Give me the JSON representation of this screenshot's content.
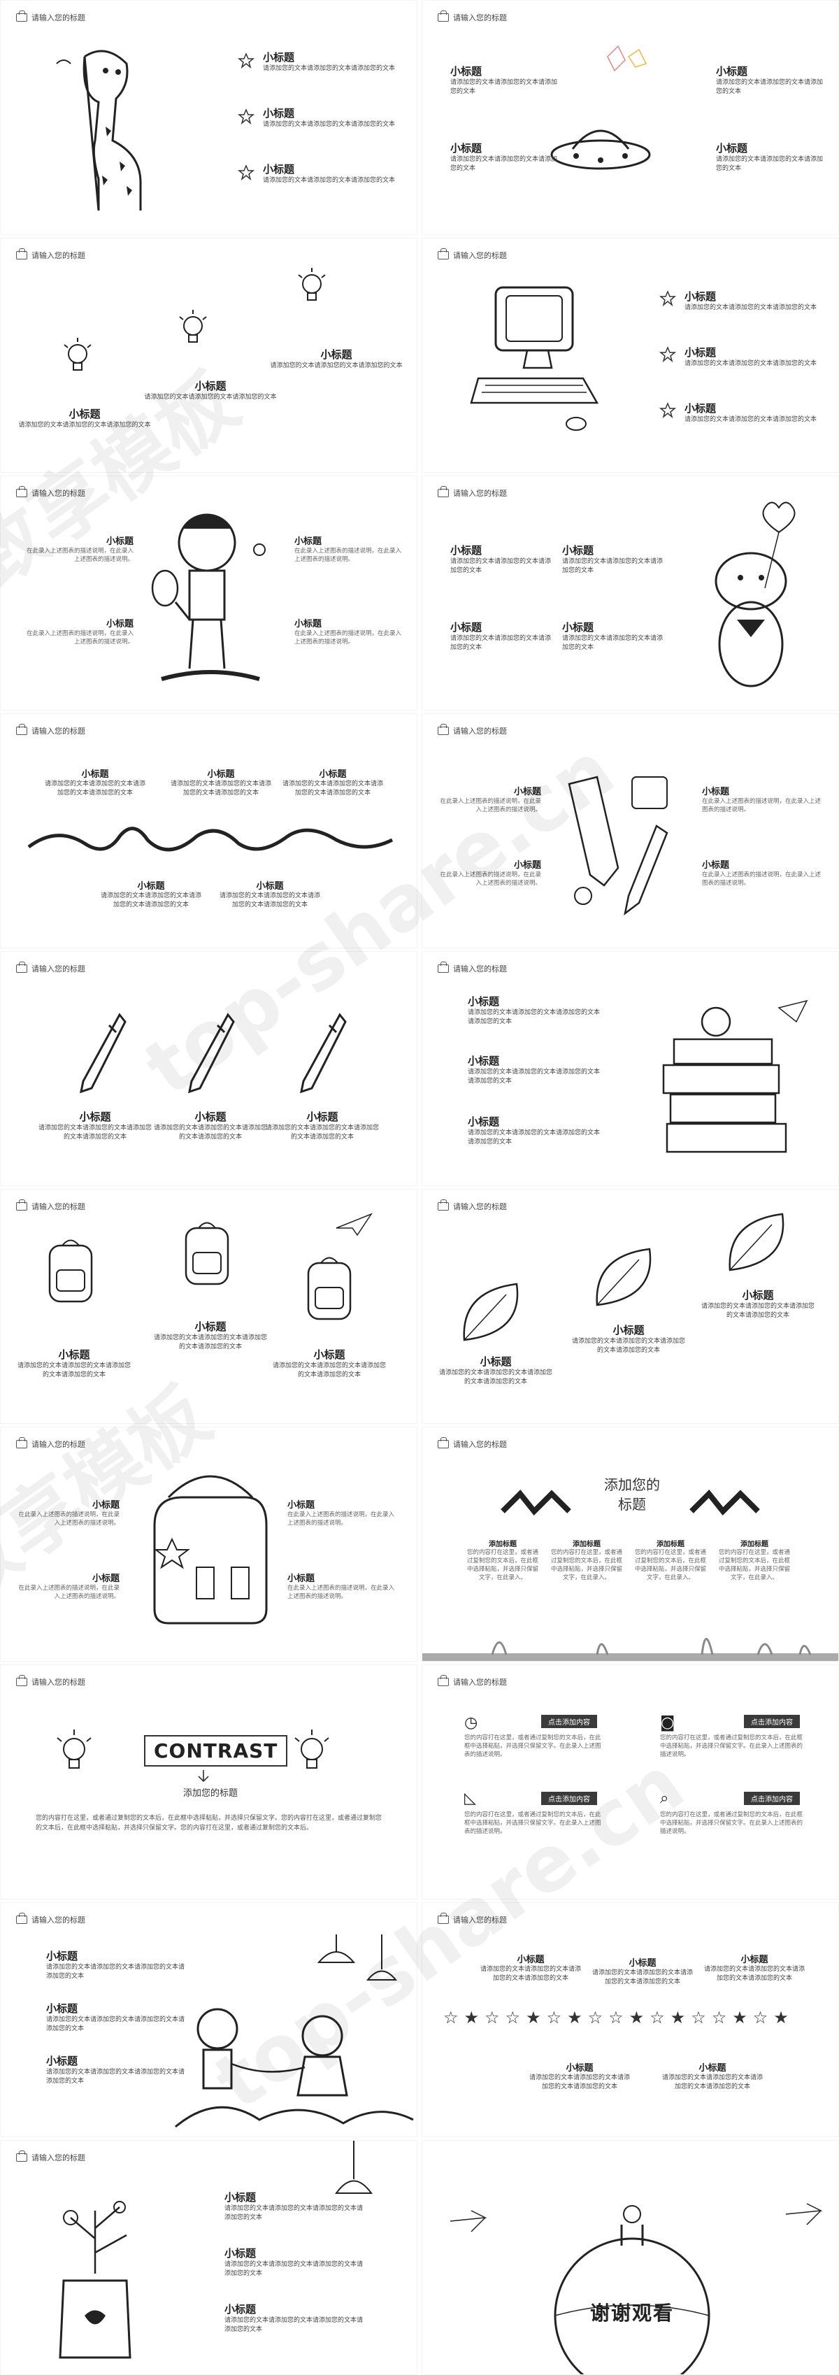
{
  "header_label": "请输入您的标题",
  "subtitle": "小标题",
  "body_short": "请添加您的文本请添加您的文本请添加您的文本",
  "body_a": "请添加您的文本请添加您的文本请添加您的文本",
  "body_b": "请添加您的文本请添加您的文本请添加您的文本请添加您的文本",
  "desc": "在此录入上述图表的描述说明，在此录入上述图表的描述说明。",
  "add_title": "添加标题",
  "add_your_title": "添加您的标题",
  "add_your_title_2": "添加您的\n标题",
  "contrast": "CONTRAST",
  "click_add": "点击添加内容",
  "para_long": "您的内容打在这里，或者通过复制您的文本后，在此框中选择粘贴，并选择只保留文字。您的内容打在这里，或者通过复制您的文本后，在此框中选择粘贴，并选择只保留文字。您的内容打在这里，或者通过复制您的文本后。",
  "para_mid": "您的内容打在这里，或者通过复制您的文本后，在此框中选择粘贴，并选择只保留文字。在此录入上述图表的描述说明。",
  "para_small": "您的内容打在这里，或者通过复制您的文本后，在此框中选择粘贴，并选择只保留文字，在此录入。",
  "thanks": "谢谢观看",
  "watermarks": [
    "致享模板",
    "top-share.cn"
  ]
}
